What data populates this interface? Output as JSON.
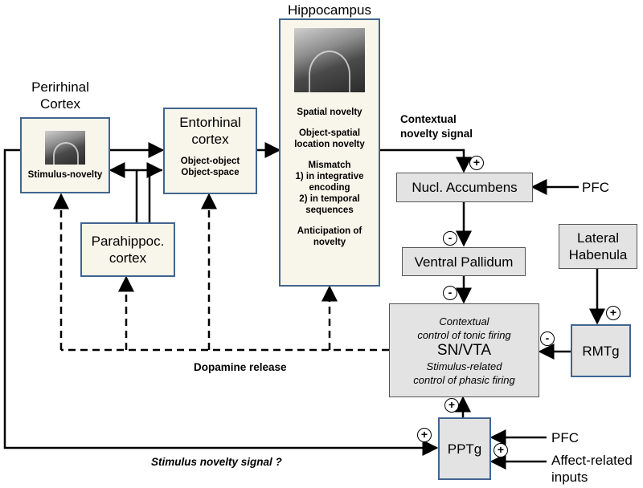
{
  "perirhinal": {
    "title_line1": "Perirhinal",
    "title_line2": "Cortex",
    "text": "Stimulus-novelty"
  },
  "entorhinal": {
    "title_line1": "Entorhinal",
    "title_line2": "cortex",
    "line1": "Object-object",
    "line2": "Object-space"
  },
  "parahippocampal": {
    "line1": "Parahippoc.",
    "line2": "cortex"
  },
  "hippocampus": {
    "title": "Hippocampus",
    "items": [
      "Spatial novelty",
      "Object-spatial",
      "location novelty",
      "Mismatch",
      "1) in integrative",
      "encoding",
      "2) in temporal",
      "sequences",
      "Anticipation of",
      "novelty"
    ]
  },
  "contextual_signal": {
    "line1": "Contextual",
    "line2": "novelty signal"
  },
  "nucl_accumbens": "Nucl. Accumbens",
  "pfc_top": "PFC",
  "ventral_pallidum": "Ventral Pallidum",
  "lateral_habenula": {
    "line1": "Lateral",
    "line2": "Habenula"
  },
  "sn_vta": {
    "line1": "Contextual",
    "line2": "control of tonic firing",
    "title": "SN/VTA",
    "line3": "Stimulus-related",
    "line4": "control of phasic firing"
  },
  "rmtg": "RMTg",
  "pptg": "PPTg",
  "pfc_bottom": "PFC",
  "affect_inputs": {
    "line1": "Affect-related",
    "line2": "inputs"
  },
  "dopamine_release": "Dopamine release",
  "stimulus_signal": "Stimulus novelty signal ?",
  "signs": {
    "plus": "+",
    "minus": "-"
  }
}
